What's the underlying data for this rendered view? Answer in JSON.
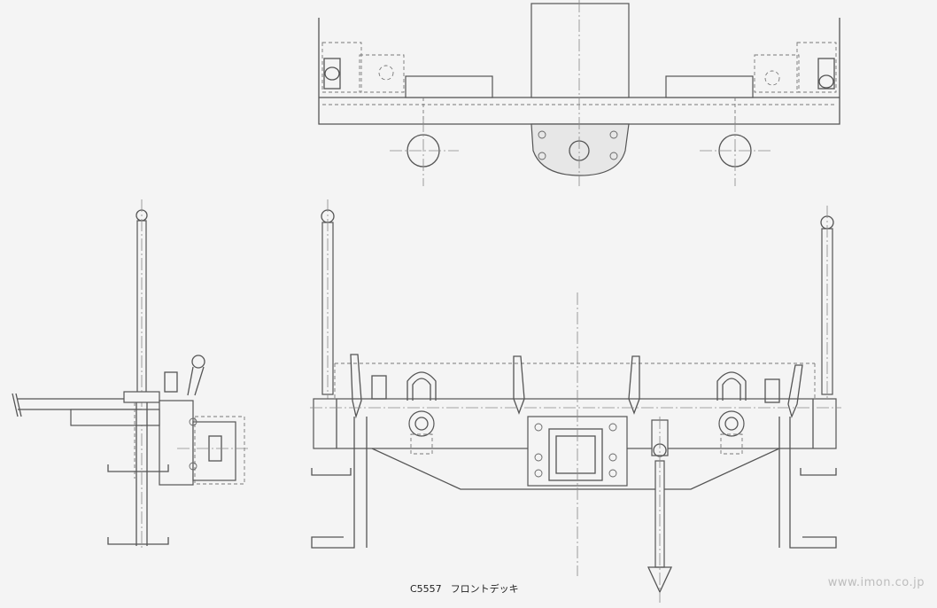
{
  "caption": {
    "model": "C5557",
    "title": "フロントデッキ"
  },
  "watermark": "www.imon.co.jp"
}
